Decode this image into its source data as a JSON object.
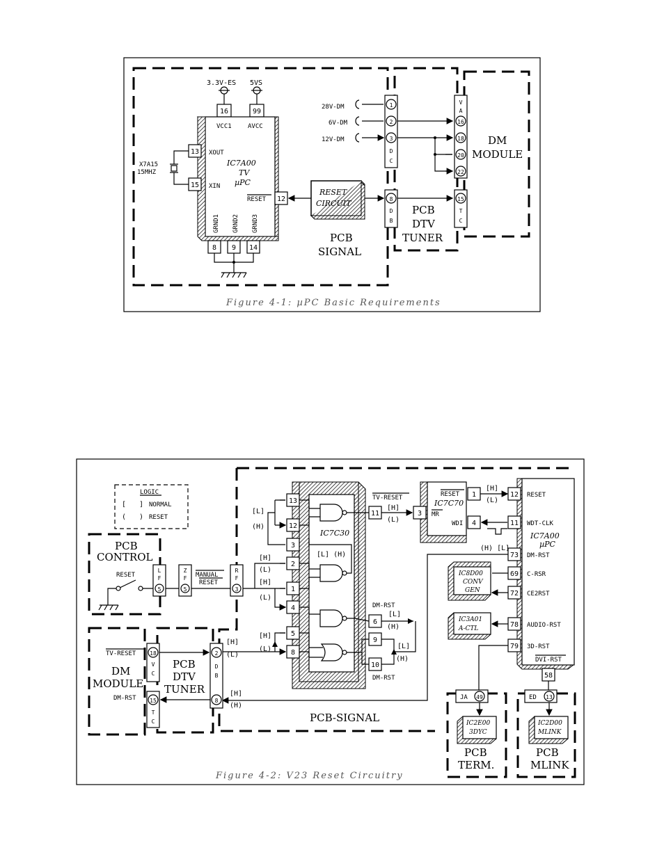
{
  "figure1": {
    "caption": "Figure 4-1: µPC Basic Requirements",
    "supply_33": "3.3V-ES",
    "supply_5": "5VS",
    "pin_16": "16",
    "pin_99": "99",
    "vcc1": "VCC1",
    "avcc": "AVCC",
    "xout": "XOUT",
    "xin": "XIN",
    "pin_13": "13",
    "pin_15": "15",
    "crystal_ref": "X7A15",
    "crystal_freq": "15MHZ",
    "ic_name": "IC7A00",
    "ic_sub1": "TV",
    "ic_sub2": "µPC",
    "reset_label": "RESET",
    "pin_12": "12",
    "grnd1": "GRND1",
    "grnd2": "GRND2",
    "grnd3": "GRND3",
    "pin_8": "8",
    "pin_9": "9",
    "pin_14": "14",
    "reset_circuit_1": "RESET",
    "reset_circuit_2": "CIRCUIT",
    "v28": "28V-DM",
    "v6": "6V-DM",
    "v12": "12V-DM",
    "dc_pins": [
      "1",
      "2",
      "3"
    ],
    "dc_label": [
      "D",
      "C"
    ],
    "db_pin": "8",
    "db_label": [
      "D",
      "B"
    ],
    "va_label": [
      "V",
      "A"
    ],
    "va_pins": [
      "16",
      "18",
      "20",
      "22"
    ],
    "tc_pin": "15",
    "tc_label": [
      "T",
      "C"
    ],
    "pcb_signal": [
      "PCB",
      "SIGNAL"
    ],
    "pcb_dtv": [
      "PCB",
      "DTV",
      "TUNER"
    ],
    "dm_module": [
      "DM",
      "MODULE"
    ]
  },
  "figure2": {
    "caption": "Figure 4-2: V23 Reset Circuitry",
    "logic_title": "LOGIC",
    "logic_normal": "NORMAL",
    "logic_reset": "RESET",
    "logic_sq_l": "[",
    "logic_sq_r": "]",
    "logic_par_l": "(",
    "logic_par_r": ")",
    "pcb_control": [
      "PCB",
      "CONTROL"
    ],
    "reset_sw": "RESET",
    "lf_label": [
      "L",
      "F"
    ],
    "zf_label": [
      "Z",
      "F"
    ],
    "rf_label": [
      "R",
      "F"
    ],
    "pin_5a": "5",
    "pin_5b": "5",
    "pin_3": "3",
    "manual_reset": [
      "MANUAL",
      "RESET"
    ],
    "gate_ic": "IC7C30",
    "gate_pins_left": [
      "13",
      "12",
      "3",
      "2",
      "1",
      "4",
      "5",
      "8"
    ],
    "gate_pins_right": [
      "11",
      "6",
      "9",
      "10"
    ],
    "lvl_L": "[L]",
    "lvl_H": "(H)",
    "lvl_Hb": "[H]",
    "lvl_Lp": "(L)",
    "lvl_LH": "[L]  (H)",
    "tv_reset": "TV-RESET",
    "dm_rst": "DM-RST",
    "ic7c70": "IC7C70",
    "ic7c70_reset": "RESET",
    "ic7c70_mr": "MR",
    "ic7c70_wdi": "WDI",
    "ic7c70_pins": [
      "3",
      "1",
      "4"
    ],
    "upc_name": "IC7A00",
    "upc_sub": "µPC",
    "upc_pins": [
      "12",
      "11",
      "73",
      "69",
      "72",
      "78",
      "79",
      "58"
    ],
    "upc_sigs": [
      "RESET",
      "WDT-CLK",
      "DM-RST",
      "C-RSR",
      "CE2RST",
      "AUDIO-RST",
      "3D-RST",
      "DVI-RST"
    ],
    "hl_73": "(H) [L]",
    "ic8d00": [
      "IC8D00",
      "CONV",
      "GEN"
    ],
    "ic3a01": [
      "IC3A01",
      "A-CTL"
    ],
    "ja_label": "JA",
    "ja_pin": "49",
    "ed_label": "ED",
    "ed_pin": "13",
    "ic2e00": [
      "IC2E00",
      "3DYC"
    ],
    "ic2d00": [
      "IC2D00",
      "MLINK"
    ],
    "pcb_term": [
      "PCB",
      "TERM."
    ],
    "pcb_mlink": [
      "PCB",
      "MLINK"
    ],
    "pcb_signal": "PCB-SIGNAL",
    "dm_module": [
      "DM",
      "MODULE"
    ],
    "pcb_dtv": [
      "PCB",
      "DTV",
      "TUNER"
    ],
    "tv_reset2": "TV-RESET",
    "dm_rst2": "DM-RST",
    "vc_label": [
      "V",
      "C"
    ],
    "tc_label": [
      "T",
      "C"
    ],
    "db_label": [
      "D",
      "B"
    ],
    "pin_18": "18",
    "pin_15": "15",
    "pin_2": "2",
    "pin_8": "8"
  }
}
